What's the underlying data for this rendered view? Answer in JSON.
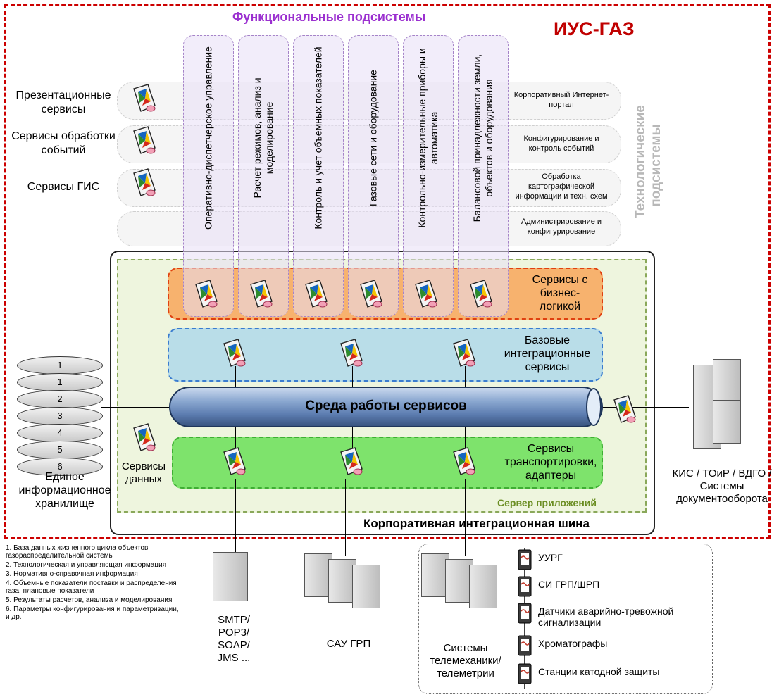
{
  "titles": {
    "system": "ИУС-ГАЗ",
    "functional": "Функциональные подсистемы",
    "technological": "Технологические подсистемы"
  },
  "left_services": [
    "Презентационные сервисы",
    "Сервисы обработки событий",
    "Сервисы ГИС"
  ],
  "tech_subsystems": [
    "Корпоративный Интернет-портал",
    "Конфигурирование и контроль событий",
    "Обработка картографической информации и техн. схем",
    "Администрирование и конфигурирование"
  ],
  "functional_subsystems": [
    "Оперативно-диспетчерское управление",
    "Расчет режимов, анализ и моделирование",
    "Контроль и учет объемных показателей",
    "Газовые сети и оборудование",
    "Контрольно-измерительные приборы и автоматика",
    "Балансовой принадлежности земли, объектов и оборудования"
  ],
  "bands": {
    "business": "Сервисы с бизнес-логикой",
    "base": "Базовые интеграционные сервисы",
    "transport": "Сервисы транспортировки, адаптеры"
  },
  "pipe_label": "Среда работы сервисов",
  "app_server_label": "Сервер приложений",
  "esb_label": "Корпоративная интеграционная шина",
  "data_services_label": "Сервисы данных",
  "storage": {
    "disks": [
      "1",
      "2",
      "3",
      "4",
      "5",
      "6"
    ],
    "label": "Единое информационное хранилище"
  },
  "notes": [
    "1. База данных жизненного цикла объектов газораспределительной системы",
    "2. Технологическая и управляющая информация",
    "3. Нормативно-справочная информация",
    "4. Объемные показатели поставки и распределения газа, плановые показатели",
    "5. Результаты расчетов, анализа и моделирования",
    "6. Параметры конфигурирования и параметризации, и др."
  ],
  "external_right": "КИС / ТОиР / ВДГО / Системы документооборота",
  "bottom": {
    "protocols": "SMTP/ POP3/ SOAP/ JMS ...",
    "sau": "САУ ГРП",
    "telemetry": "Системы телемеханики/ телеметрии"
  },
  "devices": [
    "УУРГ",
    "СИ ГРП/ШРП",
    "Датчики аварийно-тревожной сигнализации",
    "Хроматографы",
    "Станции катодной защиты"
  ]
}
